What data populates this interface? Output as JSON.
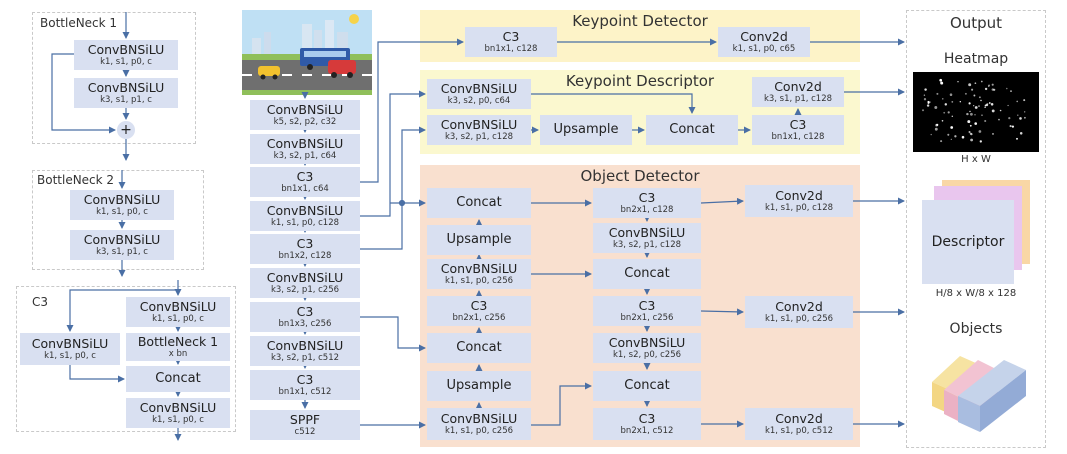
{
  "bottleneck1": {
    "title": "BottleNeck 1",
    "blocks": [
      {
        "title": "ConvBNSiLU",
        "sub": "k1, s1, p0, c"
      },
      {
        "title": "ConvBNSiLU",
        "sub": "k3, s1, p1, c"
      }
    ],
    "add_symbol": "+"
  },
  "bottleneck2": {
    "title": "BottleNeck 2",
    "blocks": [
      {
        "title": "ConvBNSiLU",
        "sub": "k1, s1, p0, c"
      },
      {
        "title": "ConvBNSiLU",
        "sub": "k3, s1, p1, c"
      }
    ]
  },
  "c3": {
    "title": "C3",
    "blocks": [
      {
        "title": "ConvBNSiLU",
        "sub": "k1, s1, p0, c"
      },
      {
        "title": "BottleNeck 1",
        "sub": "x bn"
      },
      {
        "title": "ConvBNSiLU",
        "sub": "k1, s1, p0, c"
      },
      {
        "title": "Concat",
        "sub": ""
      },
      {
        "title": "ConvBNSiLU",
        "sub": "k1, s1, p0, c"
      }
    ]
  },
  "backbone": [
    {
      "title": "ConvBNSiLU",
      "sub": "k5, s2, p2, c32"
    },
    {
      "title": "ConvBNSiLU",
      "sub": "k3, s2, p1, c64"
    },
    {
      "title": "C3",
      "sub": "bn1x1, c64"
    },
    {
      "title": "ConvBNSiLU",
      "sub": "k1, s1, p0, c128"
    },
    {
      "title": "C3",
      "sub": "bn1x2, c128"
    },
    {
      "title": "ConvBNSiLU",
      "sub": "k3, s2, p1, c256"
    },
    {
      "title": "C3",
      "sub": "bn1x3, c256"
    },
    {
      "title": "ConvBNSiLU",
      "sub": "k3, s2, p1, c512"
    },
    {
      "title": "C3",
      "sub": "bn1x1, c512"
    },
    {
      "title": "SPPF",
      "sub": "c512"
    }
  ],
  "keypoint_detector": {
    "title": "Keypoint Detector",
    "blocks": [
      {
        "title": "C3",
        "sub": "bn1x1, c128"
      },
      {
        "title": "Conv2d",
        "sub": "k1, s1, p0, c65"
      }
    ]
  },
  "keypoint_descriptor": {
    "title": "Keypoint Descriptor",
    "blocks": [
      {
        "title": "ConvBNSiLU",
        "sub": "k3, s2, p0, c64"
      },
      {
        "title": "ConvBNSiLU",
        "sub": "k3, s2, p1, c128"
      },
      {
        "title": "Upsample",
        "sub": ""
      },
      {
        "title": "Concat",
        "sub": ""
      },
      {
        "title": "Conv2d",
        "sub": "k3, s1, p1, c128"
      },
      {
        "title": "C3",
        "sub": "bn1x1, c128"
      }
    ]
  },
  "object_detector": {
    "title": "Object Detector",
    "col1": [
      {
        "title": "Concat",
        "sub": ""
      },
      {
        "title": "Upsample",
        "sub": ""
      },
      {
        "title": "ConvBNSiLU",
        "sub": "k1, s1, p0, c256"
      },
      {
        "title": "C3",
        "sub": "bn2x1, c256"
      },
      {
        "title": "Concat",
        "sub": ""
      },
      {
        "title": "Upsample",
        "sub": ""
      },
      {
        "title": "ConvBNSiLU",
        "sub": "k1, s1, p0, c256"
      }
    ],
    "col2": [
      {
        "title": "C3",
        "sub": "bn2x1, c128"
      },
      {
        "title": "ConvBNSiLU",
        "sub": "k3, s2, p1, c128"
      },
      {
        "title": "Concat",
        "sub": ""
      },
      {
        "title": "C3",
        "sub": "bn2x1, c256"
      },
      {
        "title": "ConvBNSiLU",
        "sub": "k1, s2, p0, c256"
      },
      {
        "title": "Concat",
        "sub": ""
      },
      {
        "title": "C3",
        "sub": "bn2x1, c512"
      }
    ],
    "heads": [
      {
        "title": "Conv2d",
        "sub": "k1, s1, p0, c128"
      },
      {
        "title": "Conv2d",
        "sub": "k1, s1, p0, c256"
      },
      {
        "title": "Conv2d",
        "sub": "k1, s1, p0, c512"
      }
    ]
  },
  "output": {
    "title": "Output",
    "heatmap_title": "Heatmap",
    "heatmap_size": "H x W",
    "descriptor_label": "Descriptor",
    "descriptor_size": "H/8 x W/8 x 128",
    "objects_title": "Objects"
  },
  "colors": {
    "block": "#d9e0f1",
    "arrow": "#4a6fa5",
    "keypoint_bg": "#fdf3c8",
    "descriptor_bg": "#fbf8cf",
    "object_bg": "#f9e0cf"
  }
}
